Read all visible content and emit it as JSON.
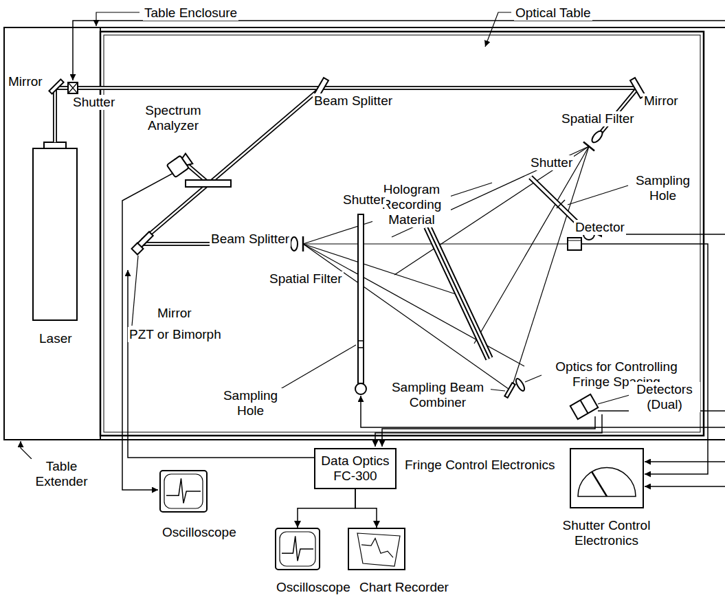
{
  "diagram": {
    "nodes": [
      {
        "text": [
          "Data Optics FC-300",
          "Fringe Control Electronics"
        ]
      },
      {
        "text": [
          "Oscilloscope"
        ]
      },
      {
        "text": [
          "Shutter Control Electronics"
        ]
      },
      {
        "text": [
          "Oscilloscope"
        ]
      },
      {
        "text": [
          "Chart Recorder"
        ]
      }
    ],
    "edges": [
      {
        "from": 0,
        "to": 3,
        "arrow": "to"
      },
      {
        "from": 0,
        "to": 4,
        "arrow": "to"
      }
    ],
    "labels": [
      "Table Enclosure",
      "Optical Table",
      "Mirror",
      "Shutter",
      "Spectrum Analyzer",
      "Beam Splitter",
      "Mirror",
      "Spatial Filter",
      "Shutter",
      "Sampling Hole",
      "Hologram Recording Material",
      "Beam Splitter",
      "Shutter",
      "Detector",
      "Laser",
      "Mirror",
      "PZT or Bimorph",
      "Spatial Filter",
      "Optics for Controlling Fringe Spacing",
      "Sampling Hole",
      "Sampling Beam Combiner",
      "Detectors (Dual)",
      "Table Extender"
    ]
  }
}
